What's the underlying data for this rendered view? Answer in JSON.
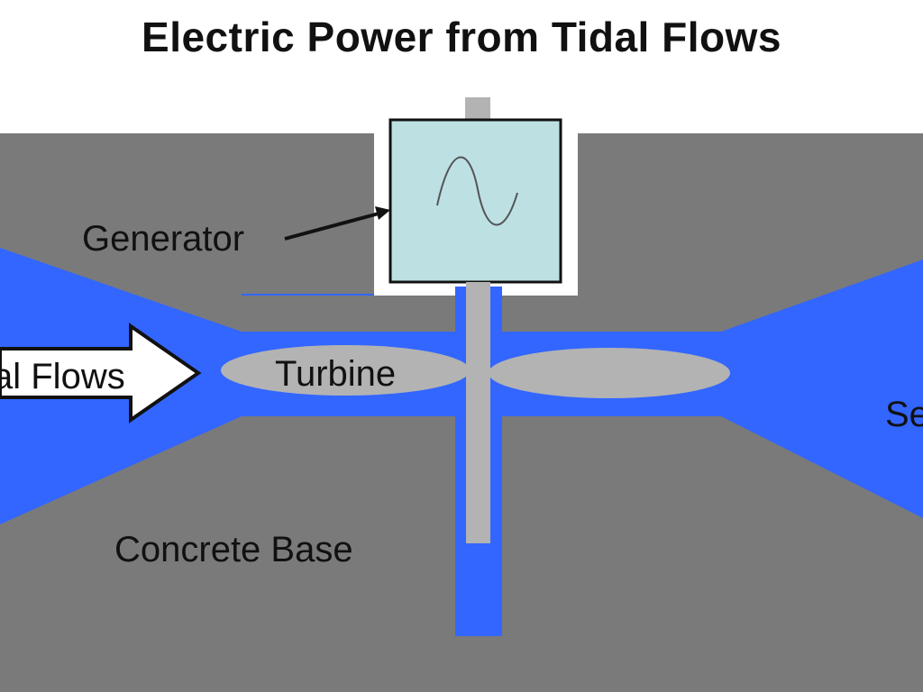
{
  "title": "Electric Power from Tidal Flows",
  "labels": {
    "generator": "Generator",
    "turbine": "Turbine",
    "flows": "al Flows",
    "base": "Concrete Base",
    "right_edge": "Se"
  },
  "colors": {
    "base_gray": "#7a7a7a",
    "water_blue": "#3366ff",
    "generator_fill": "#bde0e3",
    "turbine_gray": "#b3b3b3",
    "shaft_gray": "#b3b3b3",
    "arrow_fill": "#ffffff",
    "text": "#111111"
  },
  "icons": {
    "generator_symbol": "sine-wave-icon",
    "flow_arrow": "right-arrow-icon"
  }
}
